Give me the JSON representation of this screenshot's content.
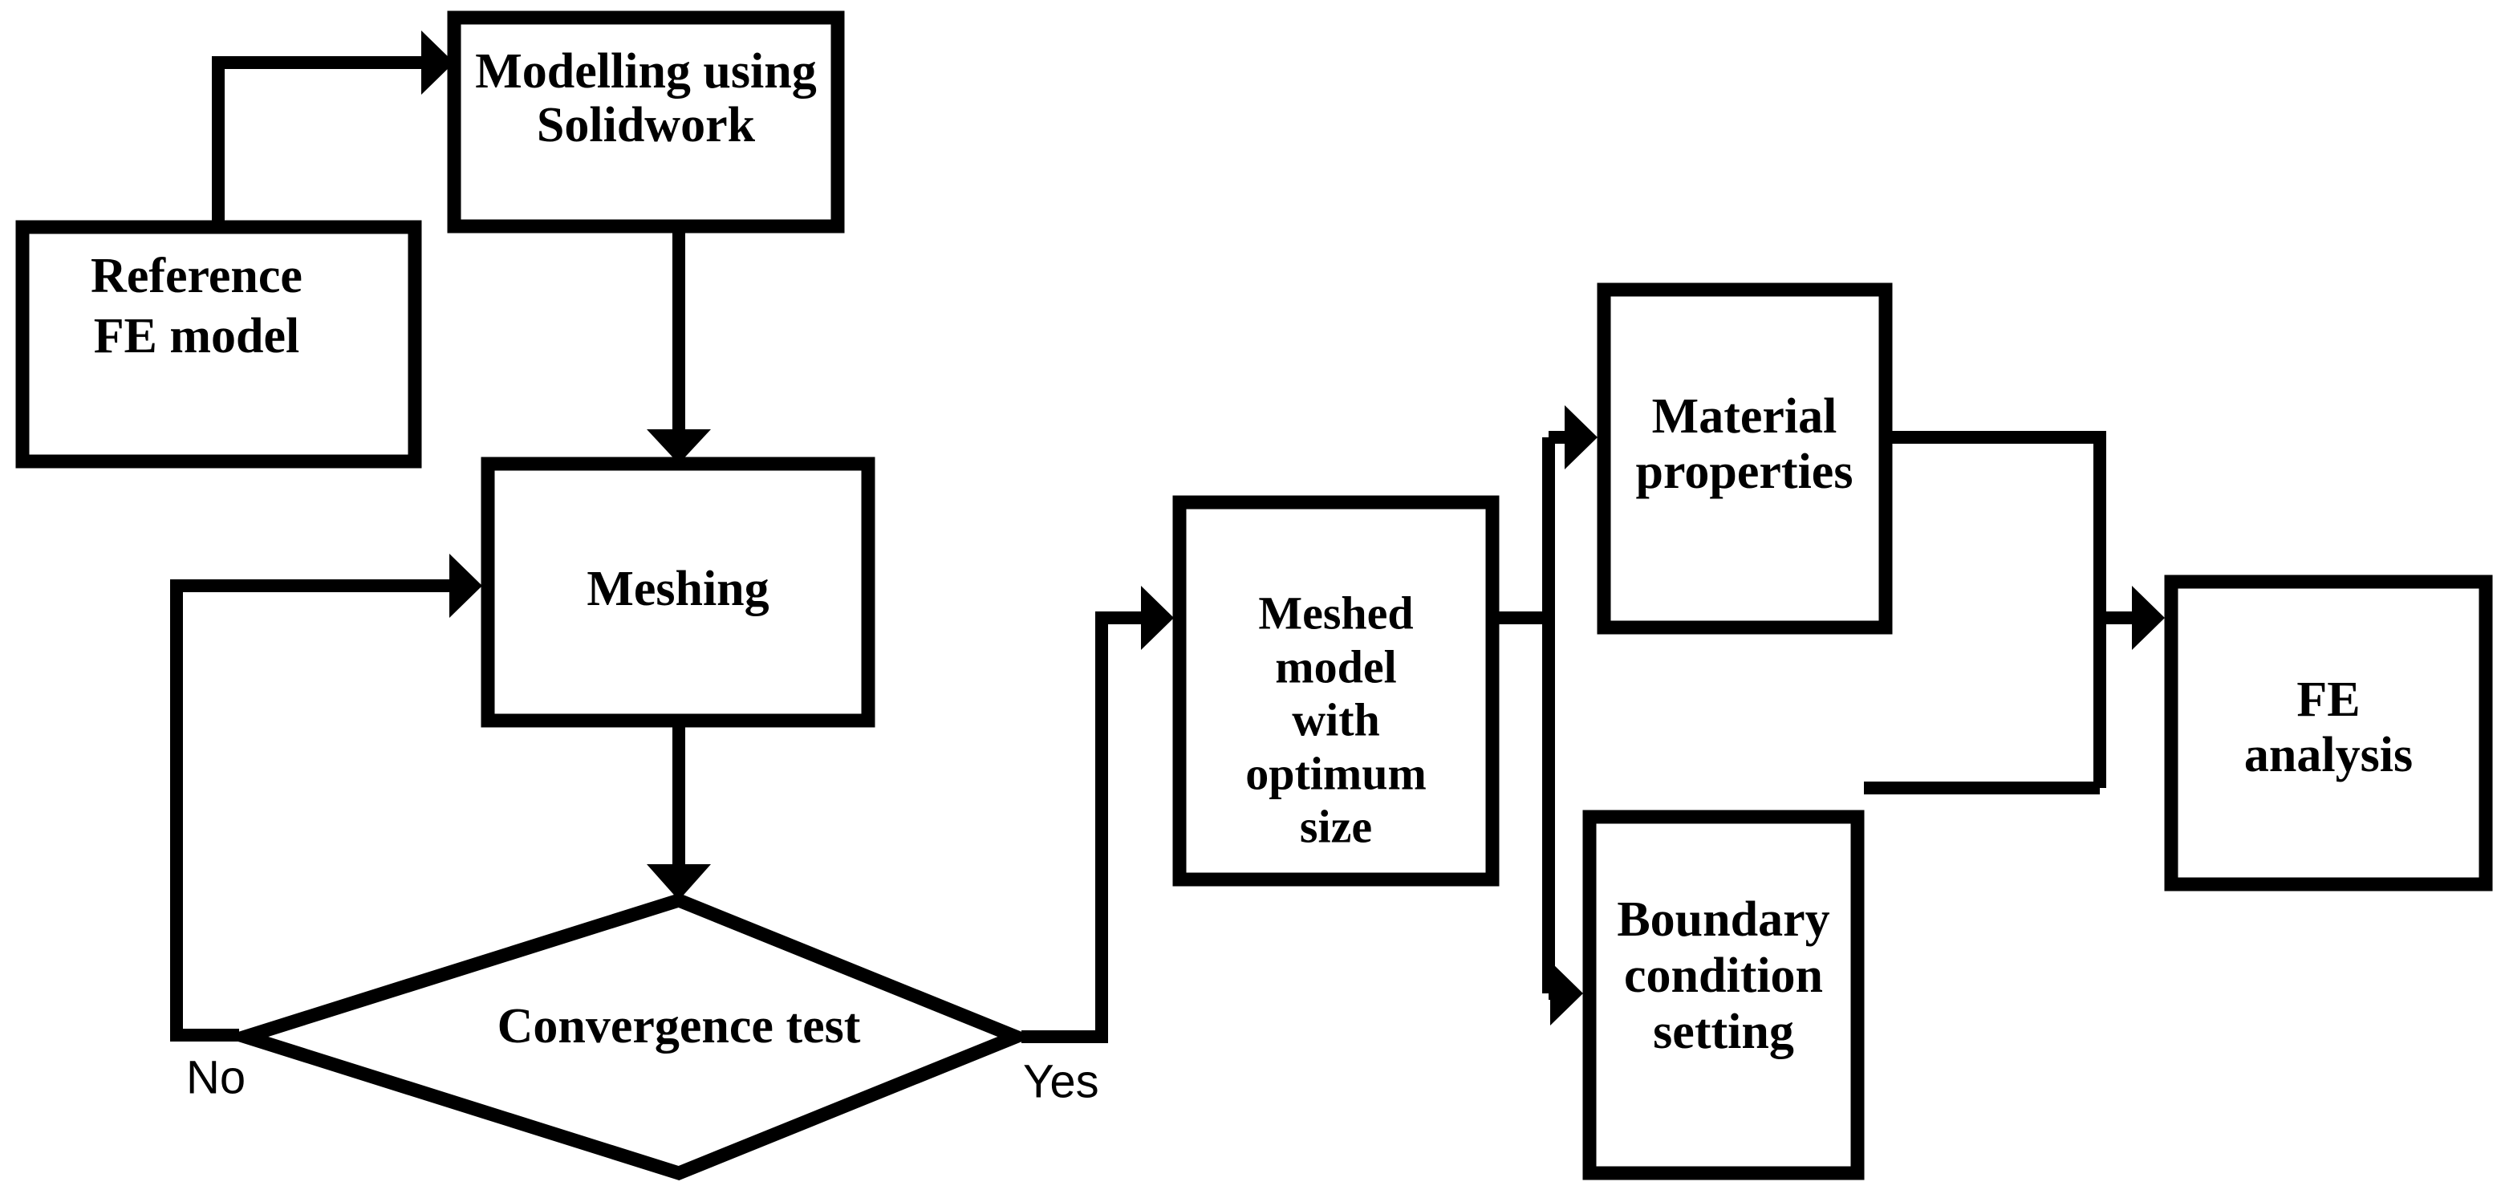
{
  "diagram": {
    "title": "Finite element modelling workflow flowchart",
    "background_color": "#ffffff",
    "stroke_color": "#000000",
    "nodes": [
      {
        "id": "reference_fe_model",
        "shape": "rectangle",
        "line1": "Reference",
        "line2": "FE model"
      },
      {
        "id": "modelling_solidwork",
        "shape": "rectangle",
        "line1": "Modelling using",
        "line2": "Solidwork"
      },
      {
        "id": "meshing",
        "shape": "rectangle",
        "line1": "Meshing",
        "line2": ""
      },
      {
        "id": "convergence_test",
        "shape": "diamond",
        "line1": "Convergence test",
        "line2": ""
      },
      {
        "id": "meshed_model",
        "shape": "rectangle",
        "line1": "Meshed",
        "line2": "model",
        "line3": "with",
        "line4": "optimum",
        "line5": "size"
      },
      {
        "id": "material_properties",
        "shape": "rectangle",
        "line1": "Material",
        "line2": "properties"
      },
      {
        "id": "boundary_condition",
        "shape": "rectangle",
        "line1": "Boundary",
        "line2": "condition",
        "line3": "setting"
      },
      {
        "id": "fe_analysis",
        "shape": "rectangle",
        "line1": "FE",
        "line2": "analysis"
      }
    ],
    "edge_labels": {
      "no": "No",
      "yes": "Yes"
    }
  }
}
